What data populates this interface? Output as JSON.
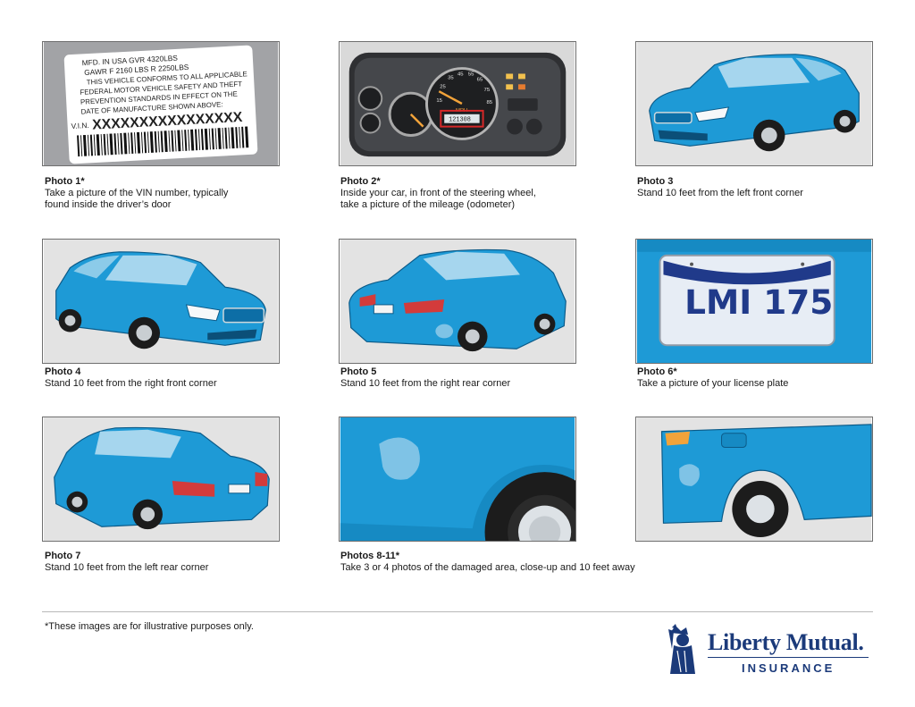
{
  "panels": [
    {
      "title": "Photo 1*",
      "desc1": "Take a picture of the VIN number, typically",
      "desc2": "found inside the driver’s door"
    },
    {
      "title": "Photo 2*",
      "desc1": "Inside your car, in front of the steering wheel,",
      "desc2": "take a picture of the mileage (odometer)"
    },
    {
      "title": "Photo 3",
      "desc1": "Stand 10 feet from the left front corner",
      "desc2": ""
    },
    {
      "title": "Photo 4",
      "desc1": "Stand 10 feet from the right front corner",
      "desc2": ""
    },
    {
      "title": "Photo 5",
      "desc1": "Stand 10 feet from the right rear corner",
      "desc2": ""
    },
    {
      "title": "Photo 6*",
      "desc1": "Take a picture of your license plate",
      "desc2": ""
    },
    {
      "title": "Photo 7",
      "desc1": "Stand 10 feet from the left rear corner",
      "desc2": ""
    },
    {
      "title": "Photos 8-11*",
      "desc1": "Take 3 or 4 photos of the damaged area, close-up and 10 feet away",
      "desc2": ""
    }
  ],
  "vin_label": {
    "line1": "MFD. IN USA GVR 4320LBS",
    "line2": "GAWR F 2160 LBS R 2250LBS",
    "line3": "THIS VEHICLE CONFORMS TO ALL APPLICABLE",
    "line4": "FEDERAL MOTOR VEHICLE SAFETY AND THEFT",
    "line5": "PREVENTION STANDARDS IN EFFECT ON THE",
    "line6": "DATE OF MANUFACTURE SHOWN ABOVE:",
    "vin_prefix": "V.I.N.",
    "vin_value": "XXXXXXXXXXXXXXXX"
  },
  "dashboard": {
    "unit": "MPH",
    "odometer": "121308"
  },
  "license_plate": {
    "text": "LMI 175"
  },
  "footnote": "*These images are for illustrative purposes only.",
  "logo": {
    "name": "Liberty Mutual.",
    "tagline": "INSURANCE"
  },
  "colors": {
    "car_blue": "#1e9ad6",
    "car_dark": "#0d6ea6",
    "logo_blue": "#1b3a7a",
    "odometer_highlight": "#d62828"
  }
}
